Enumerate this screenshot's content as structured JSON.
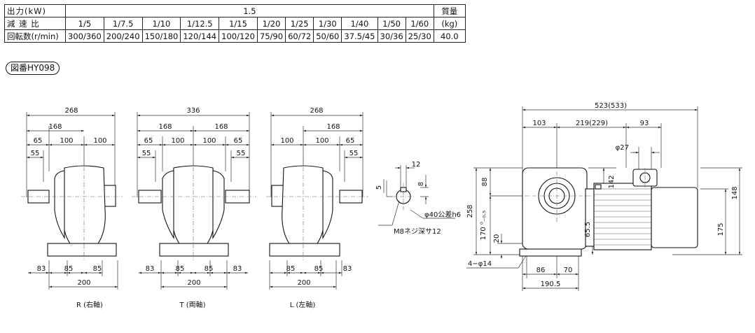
{
  "table": {
    "row1_label": "出力(kW)",
    "output_value": "1.5",
    "mass_label": "質量",
    "row2_label": "減 速 比",
    "ratios": [
      "1/5",
      "1/7.5",
      "1/10",
      "1/12.5",
      "1/15",
      "1/20",
      "1/25",
      "1/30",
      "1/40",
      "1/50",
      "1/60"
    ],
    "mass_unit": "(kg)",
    "row3_label": "回転数(r/min)",
    "speeds": [
      "300/360",
      "200/240",
      "150/180",
      "120/144",
      "100/120",
      "75/90",
      "60/72",
      "50/60",
      "37.5/45",
      "30/36",
      "25/30"
    ],
    "mass_value": "40.0"
  },
  "figure_label": "図番HY098",
  "dims": {
    "r_top": "268",
    "r_168": "168",
    "r_65": "65",
    "r_100a": "100",
    "r_100b": "100",
    "r_55": "55",
    "r_83": "83",
    "r_85a": "85",
    "r_85b": "85",
    "r_200": "200",
    "t_top": "336",
    "t_168a": "168",
    "t_168b": "168",
    "t_65a": "65",
    "t_100a": "100",
    "t_100b": "100",
    "t_65b": "65",
    "t_55a": "55",
    "t_55b": "55",
    "t_83a": "83",
    "t_85a": "85",
    "t_85b": "85",
    "t_83b": "83",
    "t_200": "200",
    "l_top": "268",
    "l_168": "168",
    "l_100a": "100",
    "l_100b": "100",
    "l_65": "65",
    "l_55": "55",
    "l_85a": "85",
    "l_85b": "85",
    "l_83": "83",
    "l_200": "200",
    "k_12": "12",
    "k_5": "5",
    "k_8": "8",
    "k_shaft": "φ40公差h6",
    "k_tap": "M8ネジ深サ12",
    "s_523": "523(533)",
    "s_103": "103",
    "s_219": "219(229)",
    "s_93": "93",
    "s_27": "φ27",
    "s_258": "258",
    "s_88": "88",
    "s_170": "170 ⁰₋₀.₅",
    "s_20": "20",
    "s_142": "142",
    "s_148": "148",
    "s_65_5": "65.5",
    "s_175": "175",
    "s_holes": "4−φ14",
    "s_86": "86",
    "s_70": "70",
    "s_190_5": "190.5"
  },
  "captions": {
    "r": "R (右軸)",
    "t": "T (両軸)",
    "l": "L (左軸)"
  }
}
